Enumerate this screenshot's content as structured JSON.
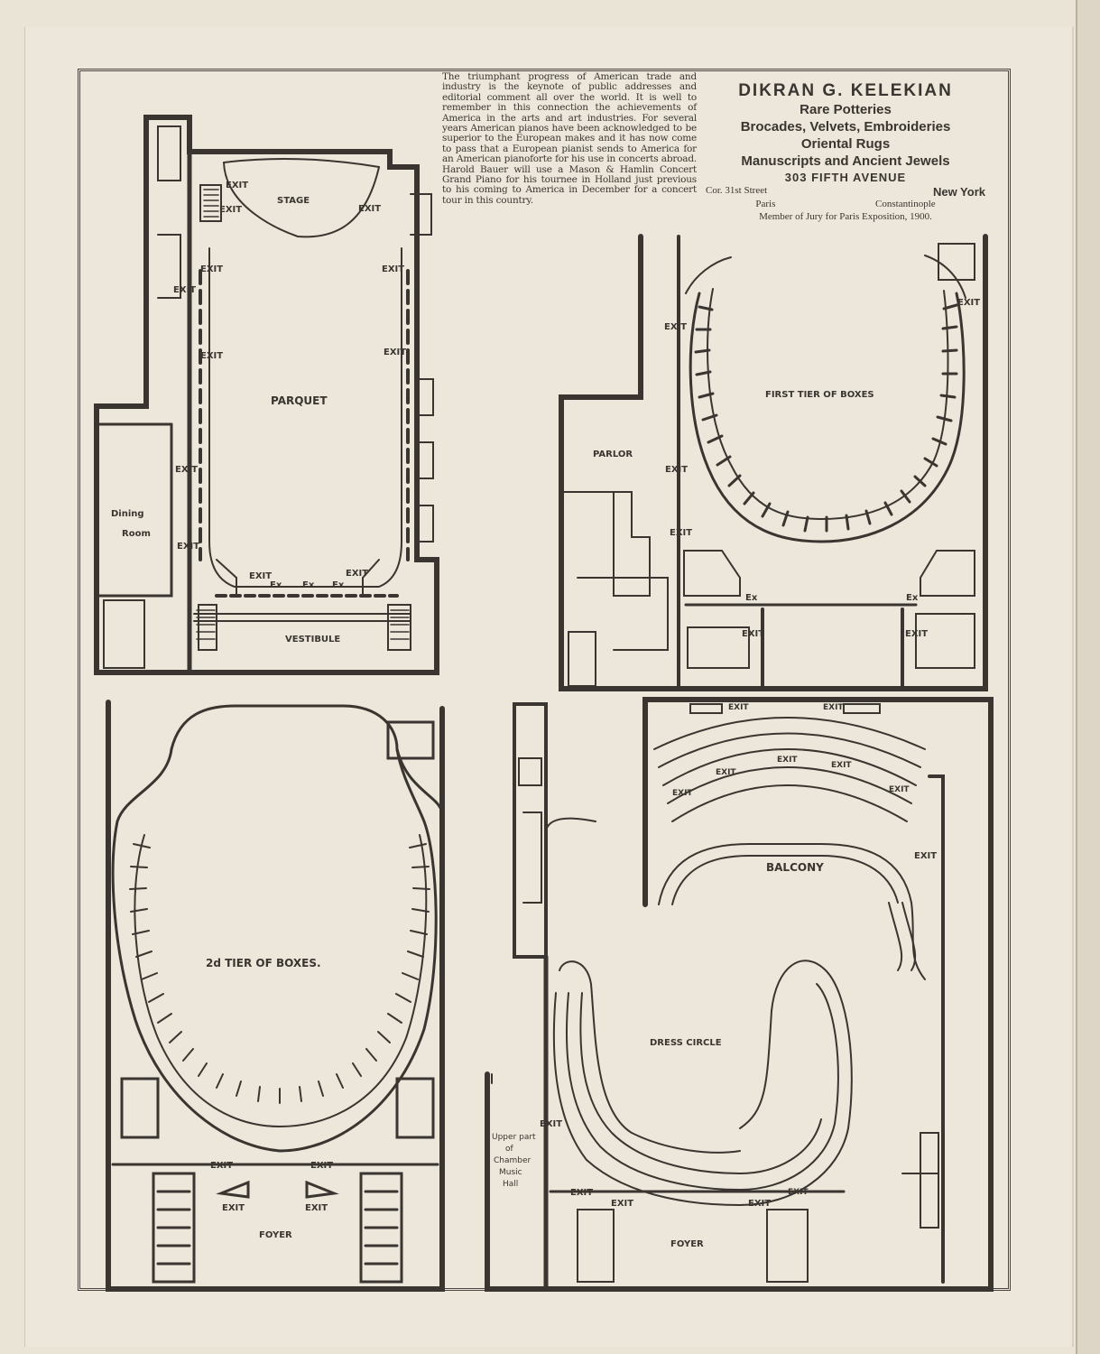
{
  "advertisement": {
    "paragraph": "The triumphant progress of American trade and industry is the keynote of public addresses and editorial comment all over the world. It is well to remember in this connection the achievements of America in the arts and art industries. For several years American pianos have been acknowledged to be superior to the European makes and it has now come to pass that a European pianist sends to America for an American pianoforte for his use in concerts abroad. Harold Bauer will use a Mason & Hamlin Concert Grand Piano for his tournee in Holland just previous to his coming to America in December for a concert tour in this country.",
    "name": "DIKRAN G. KELEKIAN",
    "line1": "Rare Potteries",
    "line2": "Brocades, Velvets, Embroideries",
    "line3": "Oriental Rugs",
    "line4": "Manuscripts and Ancient Jewels",
    "address": "303 FIFTH AVENUE",
    "street": "Cor. 31st Street",
    "city": "New York",
    "branch1": "Paris",
    "branch2": "Constantinople",
    "jury": "Member of Jury for Paris Exposition, 1900."
  },
  "plans": {
    "parquet": {
      "stage": "STAGE",
      "hall": "PARQUET",
      "vestibule": "VESTIBULE",
      "dining": "Dining",
      "room": "Room",
      "exit": "EXIT",
      "ex": "Ex"
    },
    "first_tier": {
      "title": "FIRST TIER OF BOXES",
      "parlor": "PARLOR",
      "exit": "EXIT",
      "ex": "Ex"
    },
    "second_tier": {
      "title": "2d TIER OF BOXES.",
      "foyer": "FOYER",
      "exit": "EXIT"
    },
    "balcony": {
      "balcony": "BALCONY",
      "dress_circle": "DRESS CIRCLE",
      "foyer": "FOYER",
      "exit": "EXIT",
      "chamber1": "Upper part",
      "chamber2": "of",
      "chamber3": "Chamber",
      "chamber4": "Music",
      "chamber5": "Hall"
    }
  }
}
